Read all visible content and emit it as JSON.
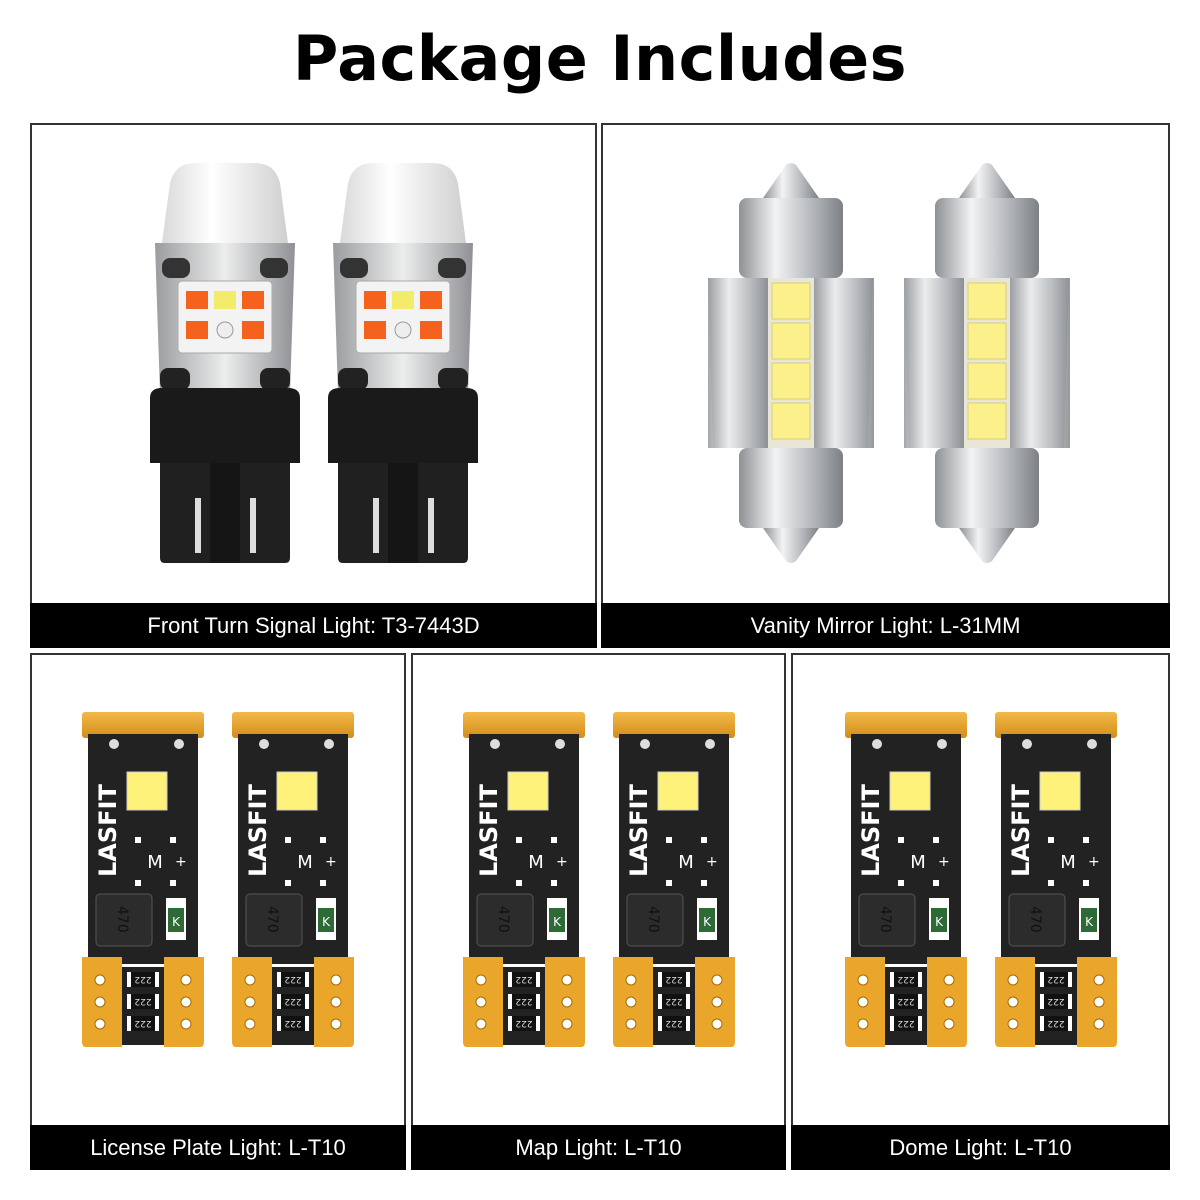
{
  "title": "Package Includes",
  "panels": [
    {
      "caption": "Front Turn Signal Light: T3-7443D",
      "type": "7443"
    },
    {
      "caption": "Vanity Mirror Light: L-31MM",
      "type": "festoon"
    },
    {
      "caption": "License Plate Light: L-T10",
      "type": "t10"
    },
    {
      "caption": "Map Light: L-T10",
      "type": "t10"
    },
    {
      "caption": "Dome Light: L-T10",
      "type": "t10"
    }
  ],
  "product_markings": {
    "brand": "LASFIT",
    "inductor": "470",
    "resistor": "222",
    "chip": "M"
  },
  "colors": {
    "gold": "#e9a62a",
    "pcb": "#222222",
    "led": "#fff27a",
    "amber": "#f4621e",
    "silver": "#c9cbce"
  }
}
